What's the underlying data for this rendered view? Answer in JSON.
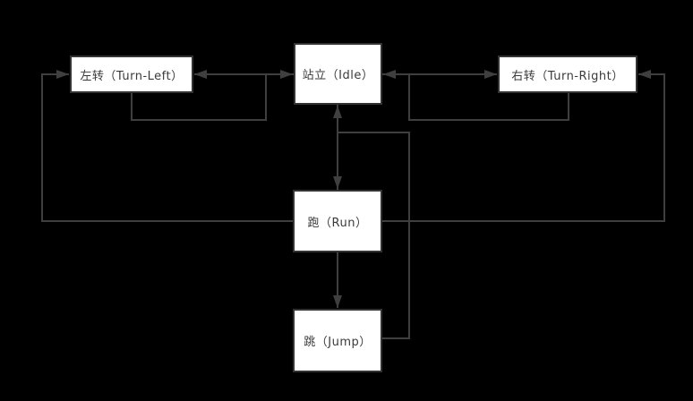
{
  "diagram": {
    "type": "state-machine",
    "nodes": {
      "turn_left": {
        "label": "左转（Turn-Left）"
      },
      "idle": {
        "label": "站立（Idle）"
      },
      "turn_right": {
        "label": "右转（Turn-Right）"
      },
      "run": {
        "label": "跑（Run）"
      },
      "jump": {
        "label": "跳（Jump）"
      }
    },
    "edges": [
      {
        "from": "idle",
        "to": "turn_left"
      },
      {
        "from": "turn_left",
        "to": "idle"
      },
      {
        "from": "idle",
        "to": "turn_right"
      },
      {
        "from": "turn_right",
        "to": "idle"
      },
      {
        "from": "idle",
        "to": "run"
      },
      {
        "from": "run",
        "to": "idle"
      },
      {
        "from": "run",
        "to": "jump"
      },
      {
        "from": "jump",
        "to": "idle"
      },
      {
        "from": "run",
        "to": "turn_left"
      },
      {
        "from": "run",
        "to": "turn_right"
      }
    ],
    "colors": {
      "background": "#000000",
      "line": "#3f3f3f",
      "node_fill": "#ffffff",
      "node_border": "#333333",
      "text": "#3a3a3a"
    }
  }
}
